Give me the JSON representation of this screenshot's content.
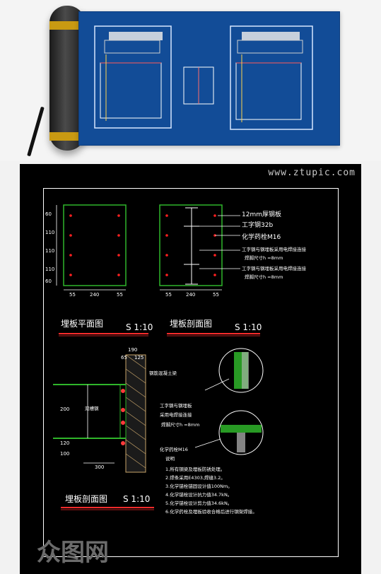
{
  "watermark": "www.ztupic.com",
  "logo_text": "众图网",
  "plate_plan": {
    "top_dims": [
      "55",
      "240",
      "55"
    ],
    "side_dims": [
      "60",
      "110",
      "110",
      "110",
      "60"
    ]
  },
  "plate_section": {
    "labels": [
      "12mm厚钢板",
      "工字钢32b",
      "化学药栓M16",
      "工字钢与钢埋板采用电焊接连接",
      "焊脚尺寸h =8mm",
      "工字钢与钢埋板采用电焊接连接",
      "焊脚尺寸h =8mm"
    ],
    "bottom_dims": [
      "55",
      "240",
      "55"
    ]
  },
  "titles": {
    "plan": "埋板平面图",
    "plan_scale": "S 1:10",
    "section": "埋板剖面图",
    "section_scale": "S 1:10",
    "lower_section": "埋板剖面图",
    "lower_scale": "S 1:10"
  },
  "lower_section": {
    "top_dims": [
      "190",
      "65",
      "125"
    ],
    "left_dims": [
      "200",
      "120",
      "100"
    ],
    "bottom_dim": "300",
    "labels": [
      "钢筋混凝土梁",
      "双槽钢",
      "工字钢与钢埋板",
      "采用电焊接连接",
      "焊脚尺寸h =8mm",
      "化学药栓M16"
    ]
  },
  "notes": [
    "说明",
    "1.所有钢梁及埋板防锈处理。",
    "2.焊条采用E4303,焊缝3.2。",
    "3.化学锚栓锚固设计值100Nm。",
    "4.化学锚栓设计抗力值34.7kN。",
    "5.化学锚栓设计剪力值34.6kN。",
    "6.化学药栓及埋板验收合格后进行钢架焊接。"
  ],
  "colors": {
    "background": "#000000",
    "lines": "#ffffff",
    "plate": "#2fb52a",
    "bolt": "#ff2020",
    "title_underline": "#ff2b2b",
    "wall": "#c7a46a"
  }
}
